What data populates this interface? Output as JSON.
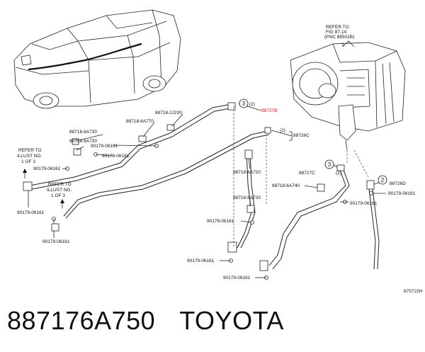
{
  "labels": {
    "p_88718_2J230": "88718-2J230",
    "p_88718_6A730_top": "88718-6A730",
    "p_88718_6A770": "88718-6A770",
    "p_88718_6A730_left": "88718-6A730",
    "p_90179_06161_a": "90179-06161",
    "p_90179_06161_b": "90179-06161",
    "p_90179_06161_c": "90179-06161",
    "p_90179_06161_d": "90179-06161",
    "p_90179_06161_e": "90179-06161",
    "p_90179_06161_f": "90179-06161",
    "p_90179_06161_g": "90179-06161",
    "p_90179_06161_h": "90179-06161",
    "p_90179_06161_i": "90179-06161",
    "p_90179_06161_j": "90179-06161",
    "p_88718_6A720": "88718-6A720",
    "p_88718_6A730_mid": "88718-6A730",
    "p_88718_6A740": "88718-6A740",
    "p_88727B": "88727B",
    "p_88726C": "88726C",
    "p_88727C": "88727C",
    "p_88726D": "88726D",
    "refer_a_1": "REFER TO",
    "refer_a_2": "ILLUST NO.",
    "refer_a_3": "1  OF  3",
    "refer_b_1": "REFER TO",
    "refer_b_2": "ILLUST NO.",
    "refer_b_3": "1  OF  3",
    "refer_fig_1": "REFER TO",
    "refer_fig_2": "FIG 87-14",
    "refer_fig_3": "(PNC 88501B)",
    "circle_3_top": "3",
    "circle_3_mid": "3",
    "circle_2_a": "(2)",
    "circle_2_b": "(2)",
    "circle_2_c": "2",
    "paren_2_top": "(2)",
    "illus_code": "875722H"
  },
  "footer": {
    "part_number": "887176A750",
    "brand": "TOYOTA"
  }
}
